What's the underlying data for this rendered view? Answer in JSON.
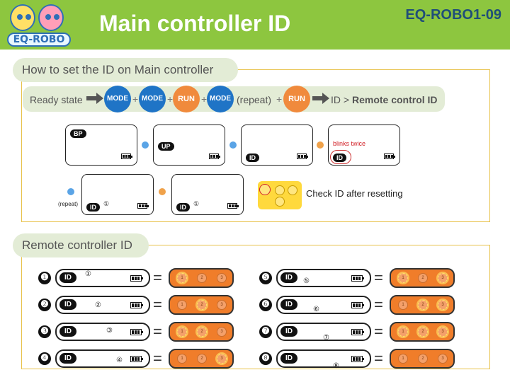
{
  "header": {
    "logo_text": "EQ-ROBO",
    "title": "Main controller ID",
    "code": "EQ-ROBO1-09"
  },
  "section1": {
    "label": "How to set the ID on Main controller",
    "sequence": {
      "ready": "Ready state",
      "mode": "MODE",
      "run": "RUN",
      "plus": "+",
      "repeat": "(repeat)",
      "result_prefix": "ID > ",
      "result_bold": "Remote control ID"
    },
    "lcds": {
      "bp": "BP",
      "up": "UP",
      "id": "ID",
      "circled1": "①",
      "blinks": "blinks twice",
      "repeat_small": "(repeat)"
    },
    "check_text": "Check ID after resetting"
  },
  "section2": {
    "label": "Remote controller ID",
    "rows": [
      {
        "num": "❶",
        "id_badge": "ID",
        "circled": "①",
        "equals": "=",
        "on": [
          true,
          false,
          false
        ]
      },
      {
        "num": "❷",
        "id_badge": "ID",
        "circled": "②",
        "equals": "=",
        "on": [
          false,
          true,
          false
        ]
      },
      {
        "num": "❸",
        "id_badge": "ID",
        "circled": "③",
        "equals": "=",
        "on": [
          true,
          true,
          false
        ]
      },
      {
        "num": "❹",
        "id_badge": "ID",
        "circled": "④",
        "equals": "=",
        "on": [
          false,
          false,
          true
        ]
      },
      {
        "num": "❺",
        "id_badge": "ID",
        "circled": "⑤",
        "equals": "=",
        "on": [
          true,
          false,
          true
        ]
      },
      {
        "num": "❻",
        "id_badge": "ID",
        "circled": "⑥",
        "equals": "=",
        "on": [
          false,
          true,
          true
        ]
      },
      {
        "num": "❼",
        "id_badge": "ID",
        "circled": "⑦",
        "equals": "=",
        "on": [
          true,
          true,
          true
        ]
      },
      {
        "num": "❽",
        "id_badge": "ID",
        "circled": "⑧",
        "equals": "=",
        "on": [
          false,
          false,
          false
        ]
      }
    ],
    "dial_labels": [
      "1",
      "2",
      "3"
    ]
  },
  "colors": {
    "header_green": "#8dc63f",
    "mode_blue": "#1f74c6",
    "run_orange": "#f08a3c",
    "frame_gold": "#e8c24a",
    "controller_orange": "#f07d2a"
  }
}
